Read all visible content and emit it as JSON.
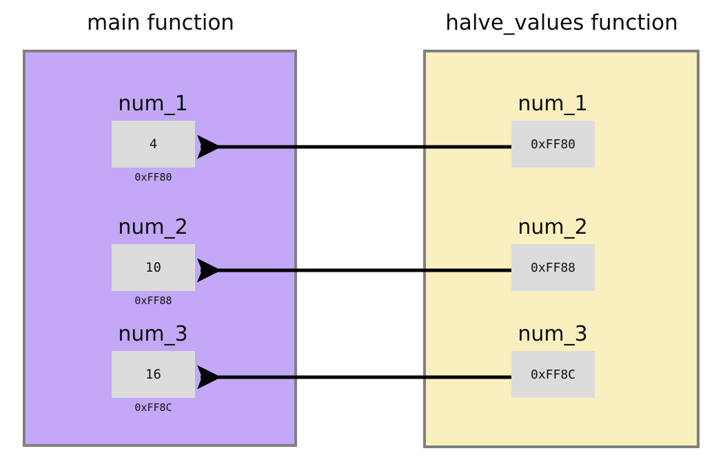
{
  "diagram": {
    "title_left": "main function",
    "title_right": "halve_values function",
    "colors": {
      "left_panel_fill": "#c2a8f7",
      "right_panel_fill": "#faefbe",
      "panel_border": "#808080",
      "value_box_fill": "#dcdcdc",
      "arrow": "#000000",
      "text": "#0d0d0d",
      "background": "#ffffff"
    }
  },
  "left_panel": {
    "title": "main function",
    "variables": [
      {
        "name": "num_1",
        "value": "4",
        "address": "0xFF80"
      },
      {
        "name": "num_2",
        "value": "10",
        "address": "0xFF88"
      },
      {
        "name": "num_3",
        "value": "16",
        "address": "0xFF8C"
      }
    ]
  },
  "right_panel": {
    "title": "halve_values function",
    "variables": [
      {
        "name": "num_1",
        "value": "0xFF80"
      },
      {
        "name": "num_2",
        "value": "0xFF88"
      },
      {
        "name": "num_3",
        "value": "0xFF8C"
      }
    ]
  },
  "arrows": [
    {
      "from": "halve_values.num_1",
      "to": "main.num_1",
      "direction": "left"
    },
    {
      "from": "halve_values.num_2",
      "to": "main.num_2",
      "direction": "left"
    },
    {
      "from": "halve_values.num_3",
      "to": "main.num_3",
      "direction": "left"
    }
  ]
}
